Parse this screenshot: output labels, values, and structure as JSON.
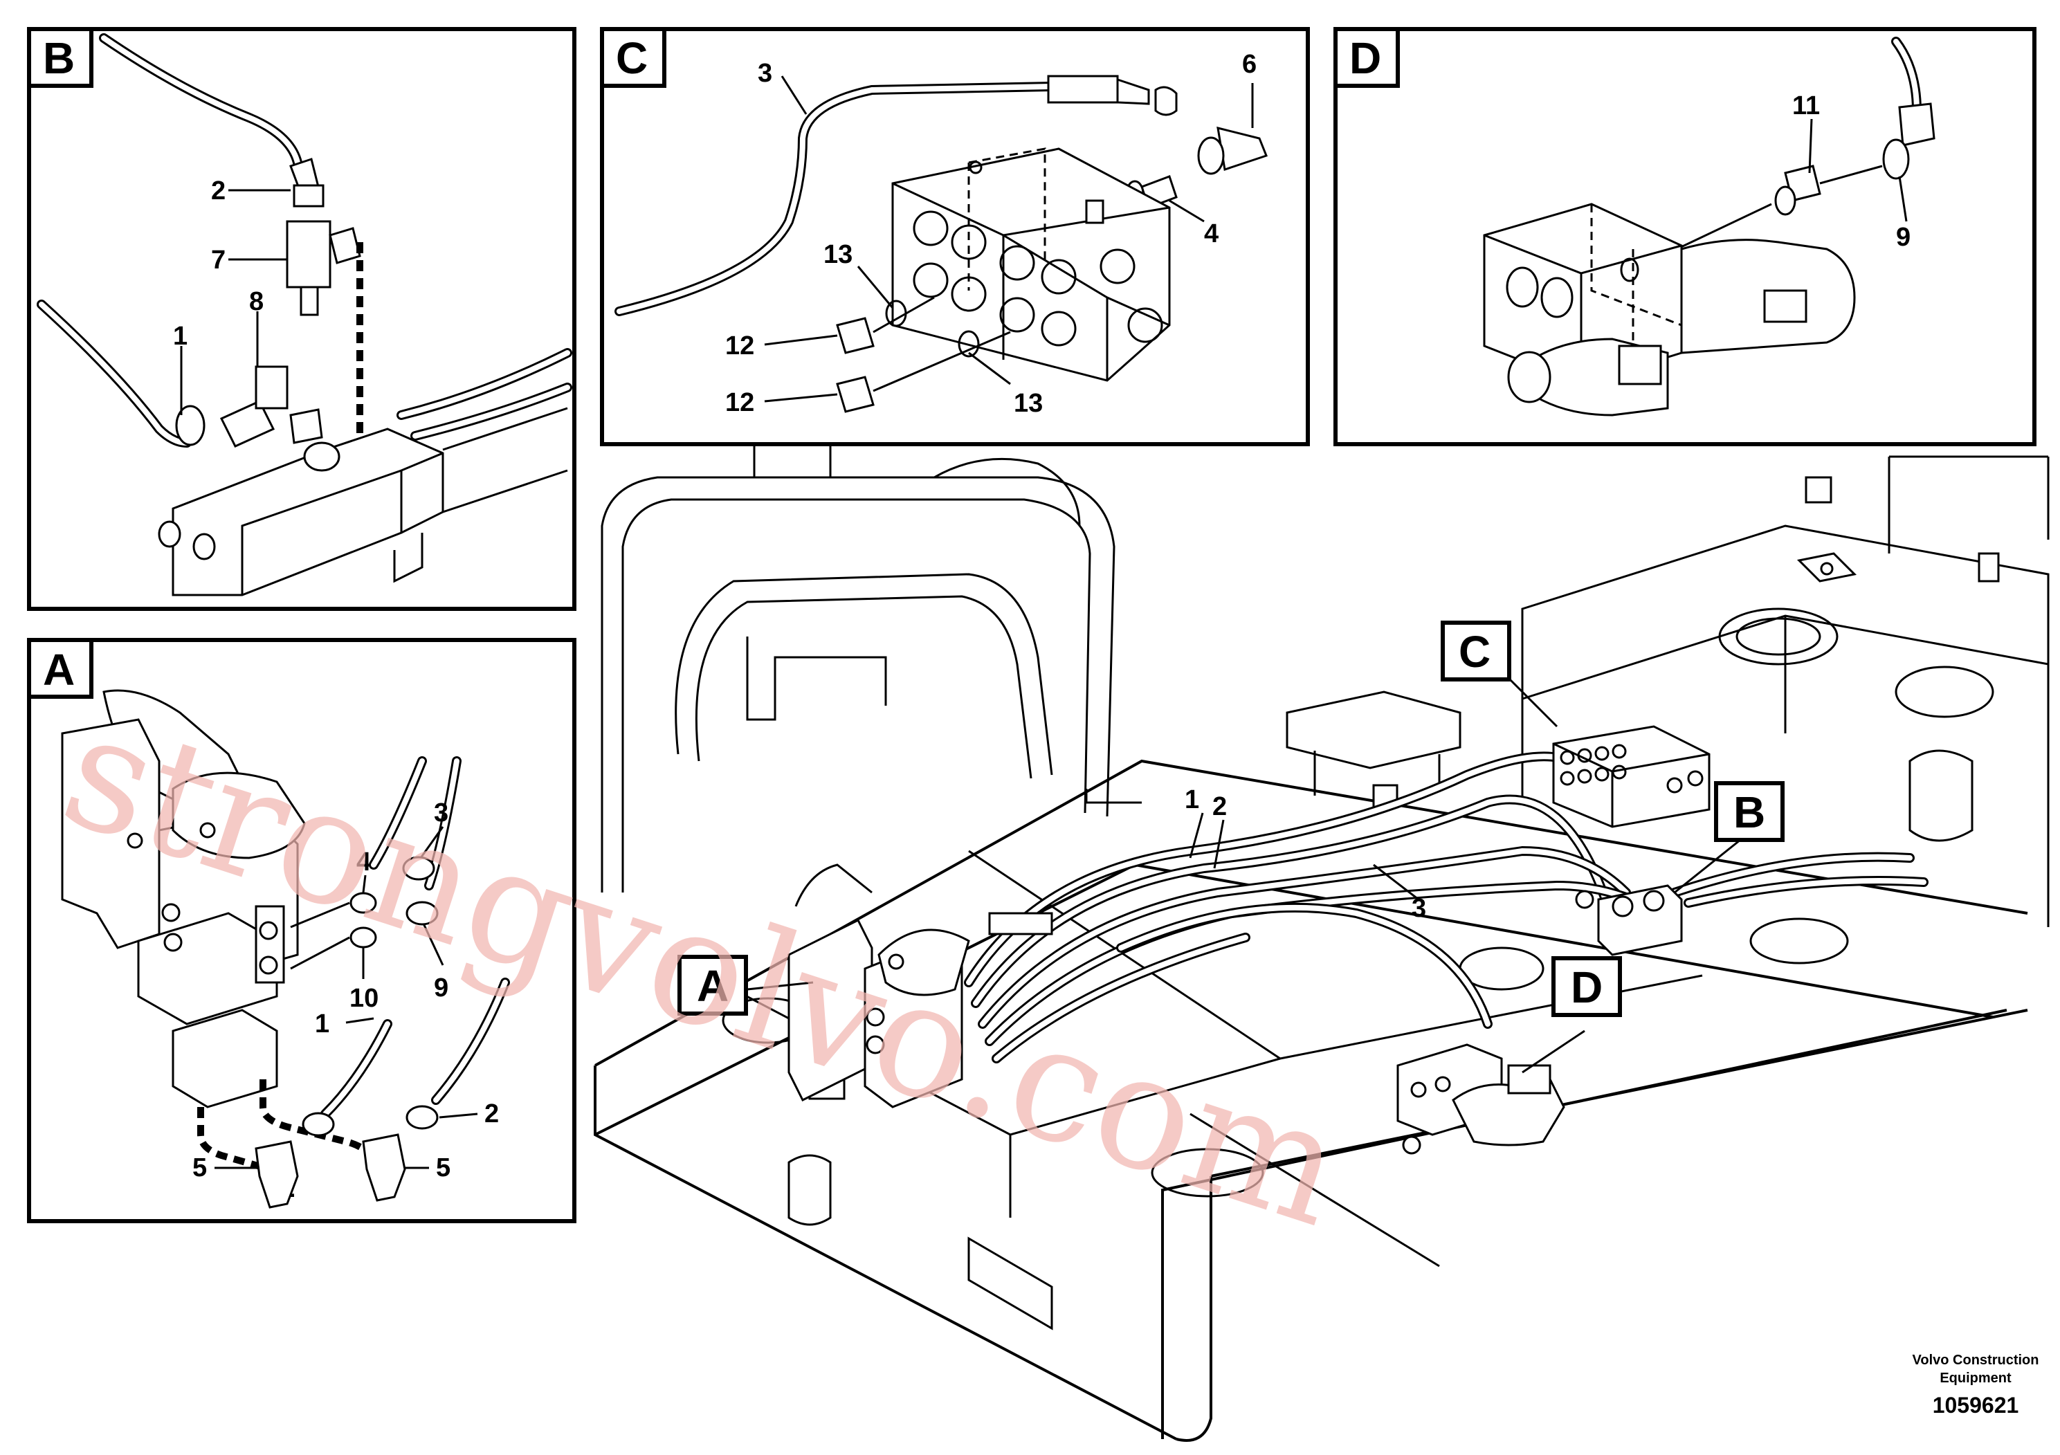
{
  "panels": {
    "B": {
      "label": "B",
      "callouts": [
        "2",
        "7",
        "8",
        "1"
      ]
    },
    "C": {
      "label": "C",
      "callouts": [
        "3",
        "6",
        "4",
        "13",
        "12",
        "12",
        "13"
      ]
    },
    "D": {
      "label": "D",
      "callouts": [
        "11",
        "9"
      ]
    },
    "A": {
      "label": "A",
      "callouts": [
        "4",
        "3",
        "9",
        "10",
        "1",
        "2",
        "5",
        "5"
      ]
    }
  },
  "main": {
    "callouts": [
      "1",
      "2",
      "3"
    ],
    "view_markers": [
      "C",
      "B",
      "A",
      "D"
    ]
  },
  "watermark": "strongvolvo.com",
  "credit_line1": "Volvo Construction",
  "credit_line2": "Equipment",
  "figure_number": "1059621"
}
